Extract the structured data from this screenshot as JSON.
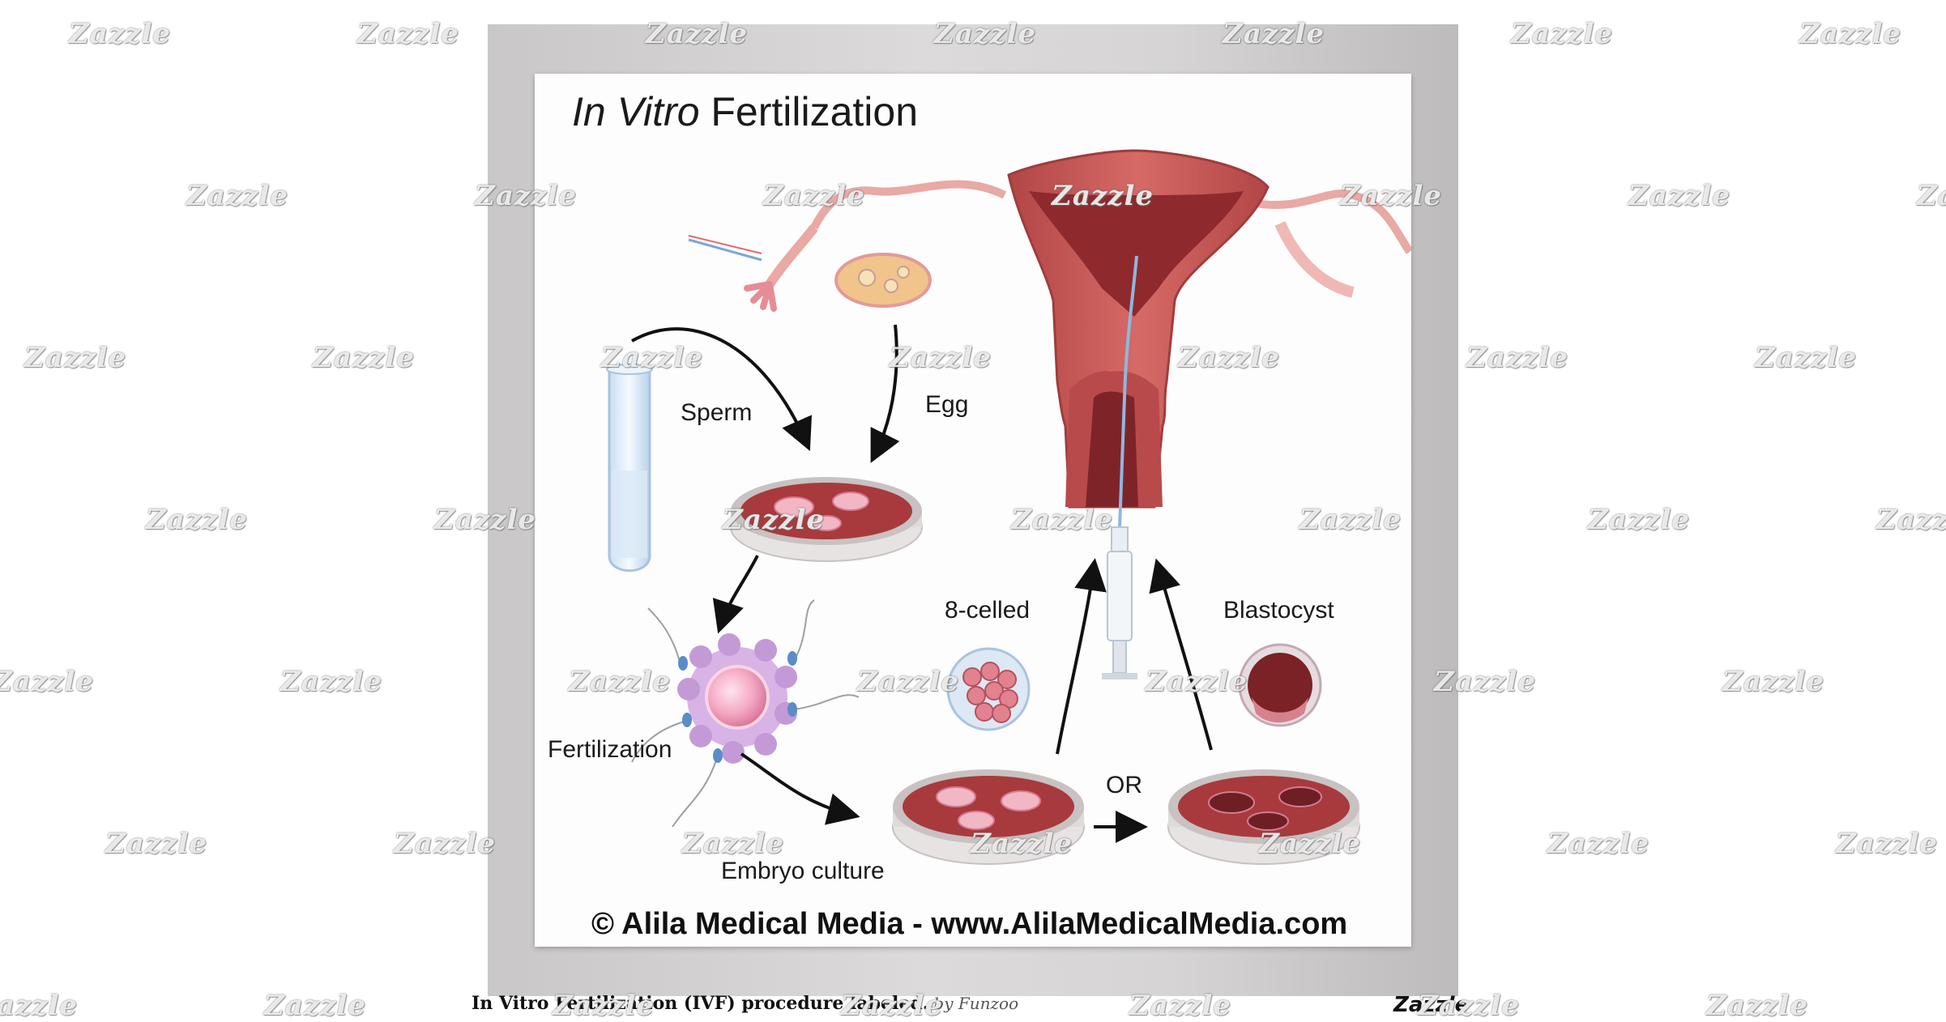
{
  "poster": {
    "title_italic": "In Vitro",
    "title_rest": " Fertilization",
    "labels": {
      "sperm": "Sperm",
      "egg": "Egg",
      "eight_celled": "8-celled",
      "blastocyst": "Blastocyst",
      "fertilization": "Fertilization",
      "or": "OR",
      "embryo_culture": "Embryo culture"
    },
    "credit": "© Alila Medical Media - www.AlilaMedicalMedia.com"
  },
  "footer": {
    "caption": "In Vitro Fertilization (IVF) procedure labeled.",
    "byline": "by Funzoo",
    "brand": "Zazzle"
  },
  "watermark": {
    "text": "Zazzle"
  },
  "colors": {
    "uterus": "#c0504d",
    "uterus_inner": "#8e2a2e",
    "dish_fill": "#a83a3d",
    "cell_pink": "#f2b7c4",
    "blue": "#7aa7d8",
    "frame": "#d0cece"
  }
}
